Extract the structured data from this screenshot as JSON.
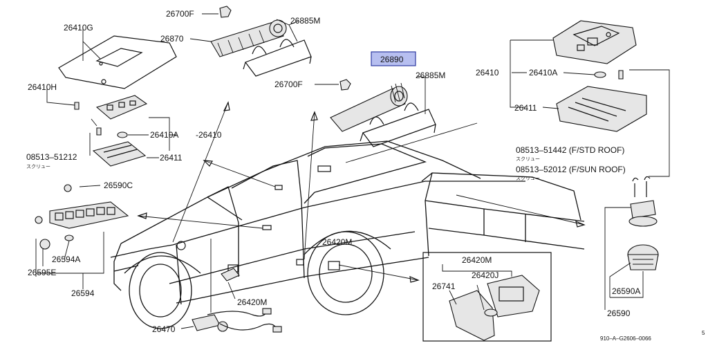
{
  "parts": [
    {
      "id": "p26700F_top",
      "text": "26700F"
    },
    {
      "id": "p26885M_top",
      "text": "26885M"
    },
    {
      "id": "p26870",
      "text": "26870"
    },
    {
      "id": "p26410G",
      "text": "26410G"
    },
    {
      "id": "p26410H",
      "text": "26410H"
    },
    {
      "id": "p26410A_left",
      "text": "26410A"
    },
    {
      "id": "p26410_left",
      "text": "-26410"
    },
    {
      "id": "p08513_51212",
      "text": "08513–51212"
    },
    {
      "id": "p26411_left",
      "text": "26411"
    },
    {
      "id": "p26890",
      "text": "26890"
    },
    {
      "id": "p26700F_mid",
      "text": "26700F"
    },
    {
      "id": "p26885M_mid",
      "text": "26885M"
    },
    {
      "id": "p26410_right",
      "text": "26410"
    },
    {
      "id": "p26410A_right",
      "text": "26410A"
    },
    {
      "id": "p26411_right",
      "text": "26411"
    },
    {
      "id": "p08513_51442",
      "text": "08513–51442 (F/STD ROOF)"
    },
    {
      "id": "p08513_52012",
      "text": "08513–52012 (F/SUN  ROOF)"
    },
    {
      "id": "p26590C",
      "text": "26590C"
    },
    {
      "id": "p26594A",
      "text": "26594A"
    },
    {
      "id": "p26595E",
      "text": "26595E"
    },
    {
      "id": "p26594",
      "text": "26594"
    },
    {
      "id": "p26420M_mid",
      "text": "26420M"
    },
    {
      "id": "p26420M_low",
      "text": "26420M"
    },
    {
      "id": "p26470",
      "text": "26470"
    },
    {
      "id": "p26420M_box",
      "text": "26420M"
    },
    {
      "id": "p26420J",
      "text": "26420J"
    },
    {
      "id": "p26741",
      "text": "26741"
    },
    {
      "id": "p26590A",
      "text": "26590A"
    },
    {
      "id": "p26590",
      "text": "26590"
    }
  ],
  "screw_note_left": "スクリュー",
  "screw_note_right_1": "スクリュー",
  "screw_note_right_2": "スクリュー",
  "diagram_code": "910–A–G2606–0066",
  "edge_mark": "5",
  "highlight_color": "#b7bff0"
}
